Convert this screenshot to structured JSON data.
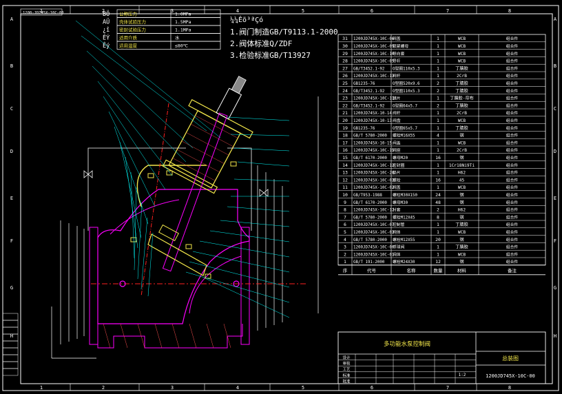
{
  "frame": {
    "drawing_code": "1200-JD745X-10C-00",
    "col_numbers": [
      "1",
      "2",
      "3",
      "4",
      "5",
      "6",
      "7",
      "8"
    ],
    "row_letters": [
      "A",
      "B",
      "C",
      "D",
      "E",
      "F",
      "G",
      "H"
    ]
  },
  "spec_table": {
    "side_labels": [
      "BÖ",
      "AÜ",
      "¿î",
      "ÊÝ",
      "Êý"
    ],
    "rows": [
      {
        "name": "公称压力",
        "value": "1.0MPa"
      },
      {
        "name": "壳体试验压力",
        "value": "1.5MPa"
      },
      {
        "name": "密封试验压力",
        "value": "1.1MPa"
      },
      {
        "name": "适用介质",
        "value": "水"
      },
      {
        "name": "适用温度",
        "value": "≤80℃"
      }
    ]
  },
  "tech_notes": {
    "title": "¼¼Êõ³ªÇó",
    "items": [
      "1.阀门制造GB/T9113.1-2000",
      "2.阀体标准Q/ZDF",
      "3.检验标准GB/T13927"
    ]
  },
  "bom": {
    "headers": [
      "序",
      "代号",
      "名称",
      "数量",
      "材料",
      "备注"
    ],
    "rows": [
      [
        "31",
        "1200JD745X-10C-06",
        "阀盖",
        "1",
        "WCB",
        "组合件"
      ],
      [
        "30",
        "1200JD745X-10C-09",
        "锁紧螺母",
        "1",
        "WCB",
        "组合件"
      ],
      [
        "29",
        "1200JD745X-10C-10",
        "导向套",
        "1",
        "WCB",
        "组合件"
      ],
      [
        "28",
        "1200JD745X-10C-05",
        "导杆",
        "1",
        "WCB",
        "组合件"
      ],
      [
        "27",
        "GB/T3452.1-92",
        "O型圈110x5.3",
        "1",
        "丁腈胶",
        "组合件"
      ],
      [
        "26",
        "1200JD745X-10C-13",
        "阀杆",
        "1",
        "2CrB",
        "组合件"
      ],
      [
        "25",
        "GB1235-76",
        "O型圈520x9.6",
        "2",
        "丁腈胶",
        "组合件"
      ],
      [
        "24",
        "GB/T3452.1-92",
        "O型圈110x5.3",
        "2",
        "丁腈胶",
        "组合件"
      ],
      [
        "23",
        "1200JD745X-10C-11",
        "膜片",
        "1",
        "丁腈胶-帘布",
        "组合件"
      ],
      [
        "22",
        "GB/T3452.1-92",
        "O型圈64x5.7",
        "2",
        "丁腈胶",
        "组合件"
      ],
      [
        "21",
        "1200JD745X-10-14",
        "阀杆",
        "1",
        "2CrB",
        "组合件"
      ],
      [
        "20",
        "1200JD745X-10-13",
        "阀盘",
        "1",
        "WCB",
        "组合件"
      ],
      [
        "19",
        "GB1235-76",
        "O型圈65x5.7",
        "1",
        "丁腈胶",
        "组合件"
      ],
      [
        "18",
        "GB/T 5780-2000",
        "螺栓M16X55",
        "4",
        "钢",
        "组合件"
      ],
      [
        "17",
        "1200JD745X-10-15",
        "阀盖",
        "1",
        "WCB",
        "组合件"
      ],
      [
        "16",
        "1200JD745X-10C-15",
        "阀座",
        "1",
        "2CrB",
        "组合件"
      ],
      [
        "15",
        "GB/T 6170-2000",
        "螺母M20",
        "16",
        "钢",
        "组合件"
      ],
      [
        "14",
        "1200JD745X-10C-12",
        "密封圈",
        "1",
        "1Cr18Ni9Ti",
        "组合件"
      ],
      [
        "13",
        "1200JD745X-10C-28",
        "垫片",
        "1",
        "H62",
        "组合件"
      ],
      [
        "12",
        "1200JD745X-10C-02",
        "螺栓",
        "16",
        "45",
        "组合件"
      ],
      [
        "11",
        "1200JD745X-10C-02",
        "阀盖",
        "1",
        "WCB",
        "组合件"
      ],
      [
        "10",
        "GB/T953-1988",
        "螺柱M30X150",
        "24",
        "钢",
        "组合件"
      ],
      [
        "9",
        "GB/T 6170-2000",
        "螺母M30",
        "48",
        "钢",
        "组合件"
      ],
      [
        "8",
        "1200JD745X-10C-12",
        "衬套",
        "2",
        "H62",
        "组合件"
      ],
      [
        "7",
        "GB/T 5780-2000",
        "螺栓M12X45",
        "8",
        "钢",
        "组合件"
      ],
      [
        "6",
        "1200JD745X-10C-07",
        "控制管",
        "1",
        "丁腈胶",
        "组合件"
      ],
      [
        "5",
        "1200JD745X-10C-03",
        "阀体",
        "1",
        "WCB",
        "组合件"
      ],
      [
        "4",
        "GB/T 5780-2000",
        "螺栓M12X55",
        "20",
        "钢",
        "组合件"
      ],
      [
        "3",
        "1200JD745X-10C-00",
        "浮球阀",
        "1",
        "丁腈胶",
        "组合件"
      ],
      [
        "2",
        "1200JD745X-10C-01",
        "阀体",
        "1",
        "WCB",
        "组合件"
      ],
      [
        "1",
        "GB/T 191-2000",
        "螺栓M24X30",
        "12",
        "钢",
        "组合件"
      ]
    ]
  },
  "title_block": {
    "product_name": "多功能水泵控制阀",
    "drawing_type": "总装图",
    "code": "1200JD745X-10C-00",
    "scale": "1:2",
    "labels": [
      "设计",
      "审核",
      "工艺",
      "标准",
      "批准"
    ]
  },
  "colors": {
    "frame": "#ffffff",
    "table_line": "#ffffff",
    "text_primary": "#ffffff",
    "text_accent": "#f2e64a",
    "part_outline": "#ff00ff",
    "part_yellow": "#f2e64a",
    "centerline": "#ff2020",
    "leader": "#00ffff",
    "hatch": "#ff5050",
    "green": "#00ff00"
  }
}
